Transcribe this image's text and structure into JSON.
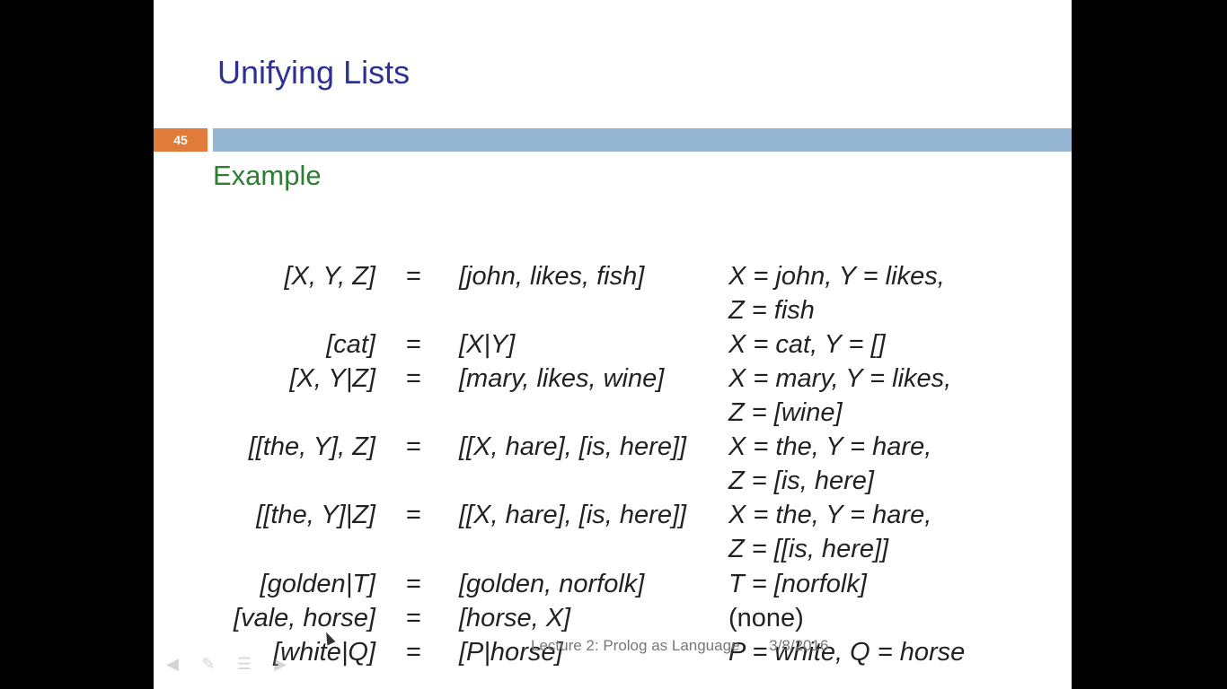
{
  "slide": {
    "title": "Unifying Lists",
    "number": "45",
    "subtitle": "Example",
    "footer": {
      "lecture": "Lecture 2: Prolog as Language",
      "date": "3/8/2016"
    }
  },
  "rows": [
    {
      "lhs": "[X, Y, Z]",
      "eq": "=",
      "rhs": "[john, likes, fish]",
      "result": "X = john, Y = likes,"
    },
    {
      "lhs": "",
      "eq": "",
      "rhs": "",
      "result": "Z = fish"
    },
    {
      "lhs": "[cat]",
      "eq": "=",
      "rhs": "[X|Y]",
      "result": "X = cat, Y = []"
    },
    {
      "lhs": "[X, Y|Z]",
      "eq": "=",
      "rhs": "[mary, likes, wine]",
      "result": "X = mary, Y = likes,"
    },
    {
      "lhs": "",
      "eq": "",
      "rhs": "",
      "result": "Z = [wine]"
    },
    {
      "lhs": "[[the, Y], Z]",
      "eq": "=",
      "rhs": "[[X, hare], [is, here]]",
      "result": "X = the, Y = hare,"
    },
    {
      "lhs": "",
      "eq": "",
      "rhs": "",
      "result": "Z = [is, here]"
    },
    {
      "lhs": "[[the, Y]|Z]",
      "eq": "=",
      "rhs": "[[X, hare], [is, here]]",
      "result": "X = the, Y = hare,"
    },
    {
      "lhs": "",
      "eq": "",
      "rhs": "",
      "result": "Z = [[is, here]]"
    },
    {
      "lhs": "[golden|T]",
      "eq": "=",
      "rhs": "[golden, norfolk]",
      "result": "T = [norfolk]"
    },
    {
      "lhs": "[vale, horse]",
      "eq": "=",
      "rhs": "[horse, X]",
      "result": "(none)"
    },
    {
      "lhs": "[white|Q]",
      "eq": "=",
      "rhs": "[P|horse]",
      "result": "P = white, Q = horse"
    }
  ],
  "nav_icons": [
    "arrow-left-icon",
    "pen-icon",
    "menu-icon",
    "arrow-right-icon"
  ]
}
